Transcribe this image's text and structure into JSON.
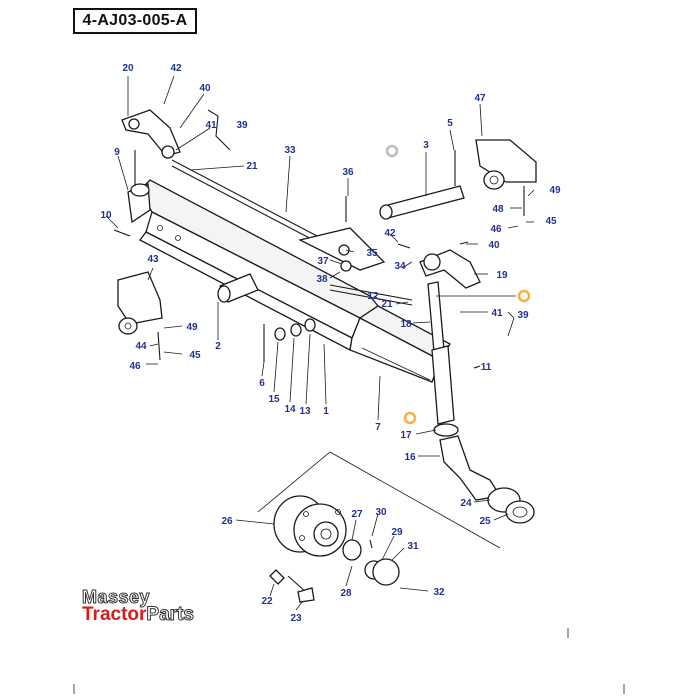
{
  "reference_code": "4-AJ03-005-A",
  "brand": {
    "word1": "Massey",
    "word2a": "Tractor",
    "word2b": "Parts"
  },
  "colors": {
    "label": "#23318f",
    "brand_red": "#d21e1e",
    "highlight": "#f5b041"
  },
  "callouts": [
    {
      "id": "20",
      "text": "20"
    },
    {
      "id": "42a",
      "text": "42"
    },
    {
      "id": "40a",
      "text": "40"
    },
    {
      "id": "41a",
      "text": "41"
    },
    {
      "id": "39a",
      "text": "39"
    },
    {
      "id": "21a",
      "text": "21"
    },
    {
      "id": "9",
      "text": "9"
    },
    {
      "id": "33",
      "text": "33"
    },
    {
      "id": "3",
      "text": "3"
    },
    {
      "id": "5",
      "text": "5"
    },
    {
      "id": "47",
      "text": "47"
    },
    {
      "id": "36",
      "text": "36"
    },
    {
      "id": "49a",
      "text": "49"
    },
    {
      "id": "48",
      "text": "48"
    },
    {
      "id": "45a",
      "text": "45"
    },
    {
      "id": "46a",
      "text": "46"
    },
    {
      "id": "10",
      "text": "10"
    },
    {
      "id": "42b",
      "text": "42"
    },
    {
      "id": "40b",
      "text": "40"
    },
    {
      "id": "35",
      "text": "35"
    },
    {
      "id": "43",
      "text": "43"
    },
    {
      "id": "37",
      "text": "37"
    },
    {
      "id": "34",
      "text": "34"
    },
    {
      "id": "19",
      "text": "19"
    },
    {
      "id": "38",
      "text": "38"
    },
    {
      "id": "12",
      "text": "12"
    },
    {
      "id": "21b",
      "text": "21"
    },
    {
      "id": "39b",
      "text": "39"
    },
    {
      "id": "41b",
      "text": "41"
    },
    {
      "id": "18",
      "text": "18"
    },
    {
      "id": "49b",
      "text": "49"
    },
    {
      "id": "44",
      "text": "44"
    },
    {
      "id": "45b",
      "text": "45"
    },
    {
      "id": "46b",
      "text": "46"
    },
    {
      "id": "2",
      "text": "2"
    },
    {
      "id": "11",
      "text": "11"
    },
    {
      "id": "6",
      "text": "6"
    },
    {
      "id": "15",
      "text": "15"
    },
    {
      "id": "14",
      "text": "14"
    },
    {
      "id": "13",
      "text": "13"
    },
    {
      "id": "1",
      "text": "1"
    },
    {
      "id": "7",
      "text": "7"
    },
    {
      "id": "17",
      "text": "17"
    },
    {
      "id": "16",
      "text": "16"
    },
    {
      "id": "24",
      "text": "24"
    },
    {
      "id": "25",
      "text": "25"
    },
    {
      "id": "26",
      "text": "26"
    },
    {
      "id": "27",
      "text": "27"
    },
    {
      "id": "30",
      "text": "30"
    },
    {
      "id": "29",
      "text": "29"
    },
    {
      "id": "31",
      "text": "31"
    },
    {
      "id": "22",
      "text": "22"
    },
    {
      "id": "28",
      "text": "28"
    },
    {
      "id": "32",
      "text": "32"
    },
    {
      "id": "23",
      "text": "23"
    }
  ]
}
